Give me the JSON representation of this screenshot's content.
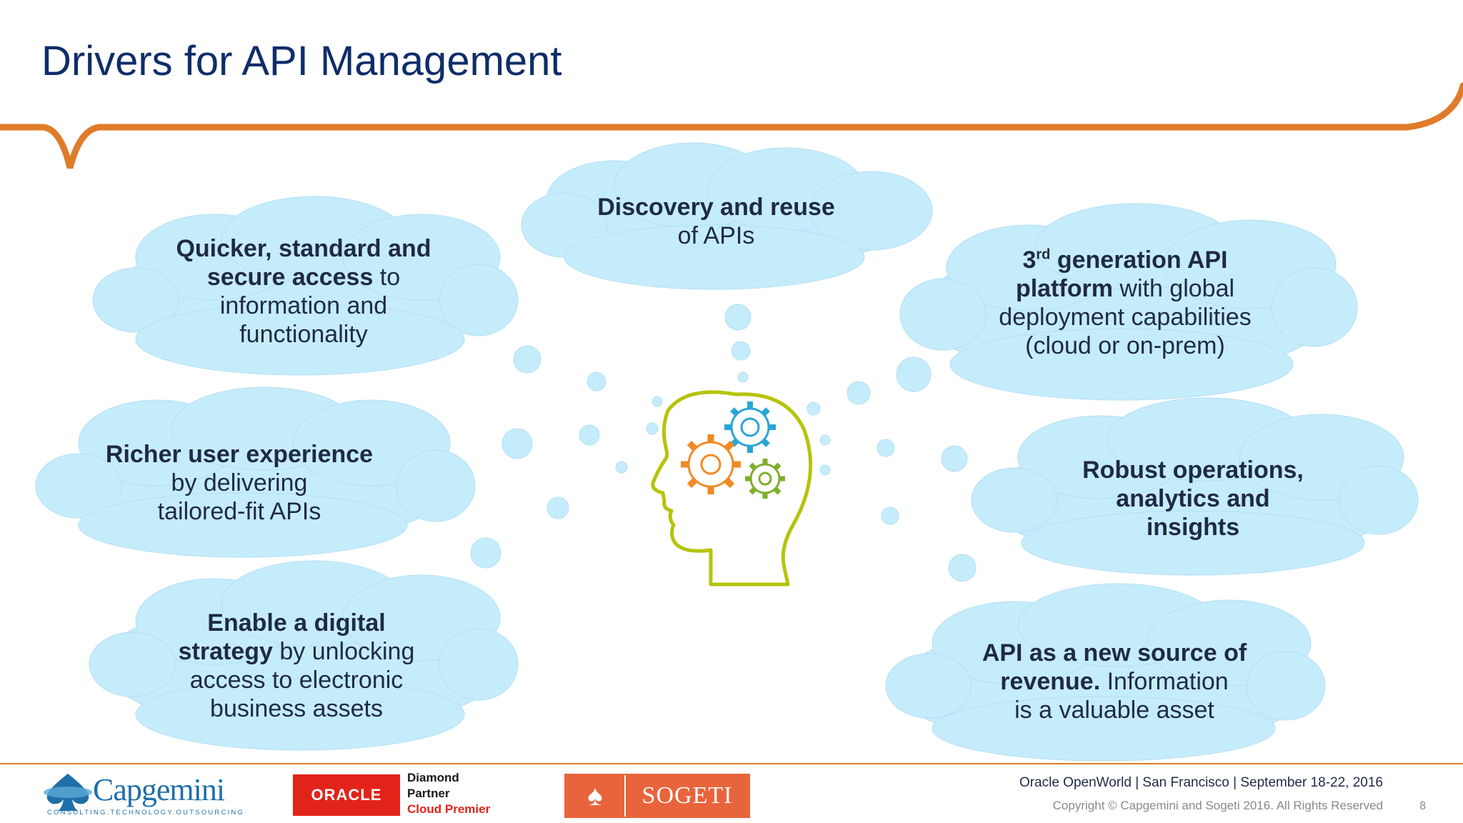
{
  "slide": {
    "title": "Drivers for API Management",
    "page_number": "8"
  },
  "clouds": {
    "discovery": {
      "bold": "Discovery and reuse",
      "normal": "of APIs"
    },
    "quicker": {
      "bold_1": "Quicker, standard and",
      "bold_2": "secure access",
      "normal_2": " to",
      "normal_3": "information and",
      "normal_4": "functionality"
    },
    "third_gen": {
      "num": "3",
      "sup": "rd",
      "bold_1": " generation API",
      "bold_2": "platform",
      "normal_2": " with global",
      "normal_3": "deployment capabilities",
      "normal_4": "(cloud or on-prem)"
    },
    "richer": {
      "bold": "Richer user experience",
      "normal_2": "by delivering",
      "normal_3": "tailored-fit APIs"
    },
    "robust": {
      "bold_1": "Robust operations,",
      "bold_2": "analytics and",
      "bold_3": "insights"
    },
    "digital": {
      "bold_1": "Enable a digital",
      "bold_2": "strategy",
      "normal_2": " by unlocking",
      "normal_3": "access to electronic",
      "normal_4": "business assets"
    },
    "revenue": {
      "bold_1": "API as a new source of",
      "bold_2": "revenue.",
      "normal_2": " Information",
      "normal_3": "is a valuable asset"
    }
  },
  "footer": {
    "event": "Oracle OpenWorld | San Francisco | September 18-22, 2016",
    "copyright": "Copyright © Capgemini and Sogeti 2016. All Rights Reserved"
  },
  "logos": {
    "capgemini": {
      "word": "Capgemini",
      "tagline": "CONSULTING.TECHNOLOGY.OUTSOURCING"
    },
    "oracle": {
      "word": "ORACLE",
      "line_1": "Diamond",
      "line_2": "Partner",
      "line_3": "Cloud Premier"
    },
    "sogeti": {
      "word": "SOGETI"
    }
  },
  "colors": {
    "title": "#0f2d69",
    "accent_orange": "#e07b2a",
    "cloud_fill": "#c5ecfb",
    "head_outline": "#b5c40a",
    "gear_blue": "#2aa6d6",
    "gear_orange": "#f08a24",
    "gear_green": "#7fae2a",
    "oracle_red": "#e2231a",
    "sogeti_orange": "#e8643c"
  }
}
